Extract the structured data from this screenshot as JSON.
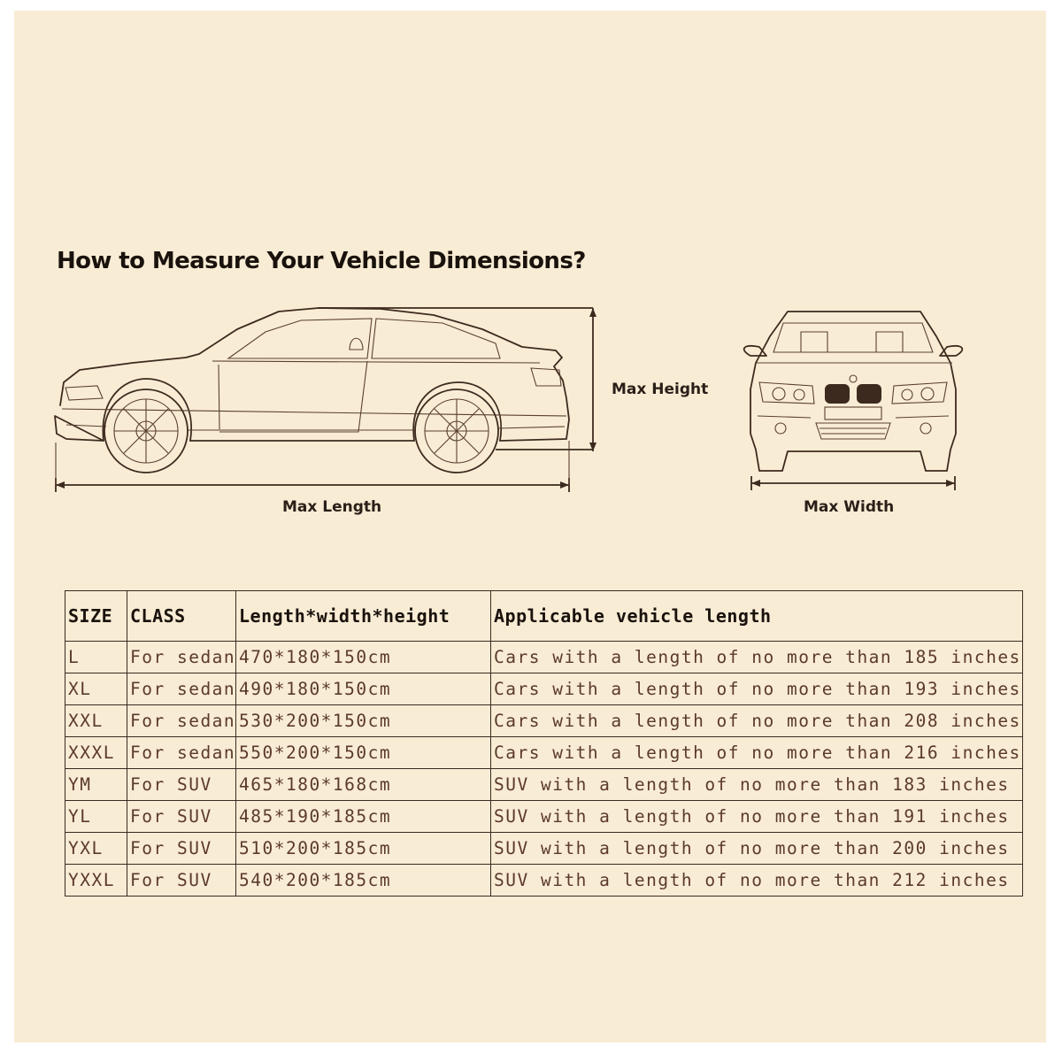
{
  "heading": "How to Measure Your Vehicle Dimensions?",
  "diagram": {
    "length_label": "Max Length",
    "height_label": "Max Height",
    "width_label": "Max Width"
  },
  "table": {
    "columns": [
      "SIZE",
      "CLASS",
      "Length*width*height",
      "Applicable vehicle length"
    ],
    "rows": [
      [
        "L",
        "For sedan",
        "470*180*150cm",
        "Cars with a length of no more than 185 inches"
      ],
      [
        "XL",
        "For sedan",
        "490*180*150cm",
        "Cars with a length of no more than 193 inches"
      ],
      [
        "XXL",
        "For sedan",
        "530*200*150cm",
        "Cars with a length of no more than 208 inches"
      ],
      [
        "XXXL",
        "For sedan",
        "550*200*150cm",
        "Cars with a length of no more than 216 inches"
      ],
      [
        "YM",
        "For SUV",
        "465*180*168cm",
        "SUV with a length of no more than 183 inches"
      ],
      [
        "YL",
        "For SUV",
        "485*190*185cm",
        "SUV with a length of no more than 191 inches"
      ],
      [
        "YXL",
        "For SUV",
        "510*200*185cm",
        "SUV with a length of no more than 200 inches"
      ],
      [
        "YXXL",
        "For SUV",
        "540*200*185cm",
        "SUV with a length of no more than 212 inches"
      ]
    ]
  },
  "colors": {
    "background": "#f9ecd5",
    "line": "#3d2a1e",
    "text": "#1a120c"
  }
}
